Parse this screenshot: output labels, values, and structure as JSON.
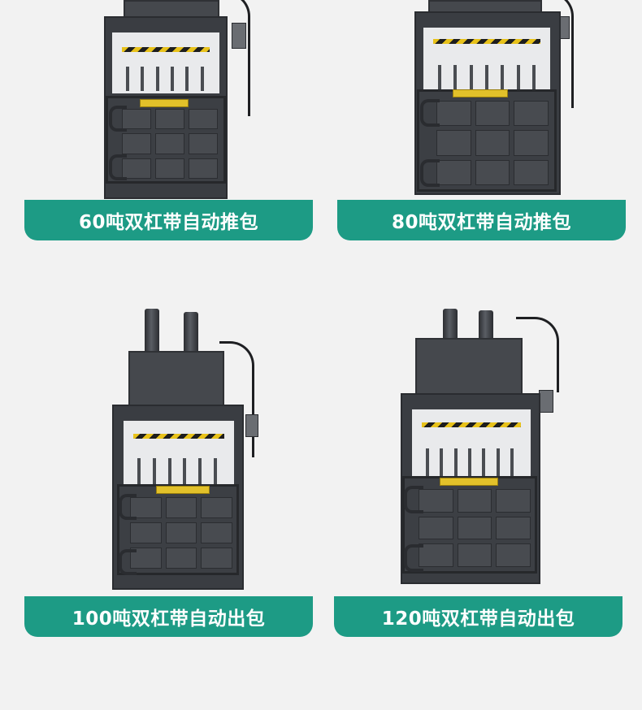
{
  "products": [
    {
      "label": "60吨双杠带自动推包"
    },
    {
      "label": "80吨双杠带自动推包"
    },
    {
      "label": "100吨双杠带自动出包"
    },
    {
      "label": "120吨双杠带自动出包"
    }
  ],
  "colors": {
    "background": "#f2f2f2",
    "label_bar": "#1d9b85",
    "label_text": "#ffffff",
    "machine_body": "#3a3d42",
    "hazard_yellow": "#e8c21a"
  },
  "icons": [
    "baler-machine-image"
  ]
}
